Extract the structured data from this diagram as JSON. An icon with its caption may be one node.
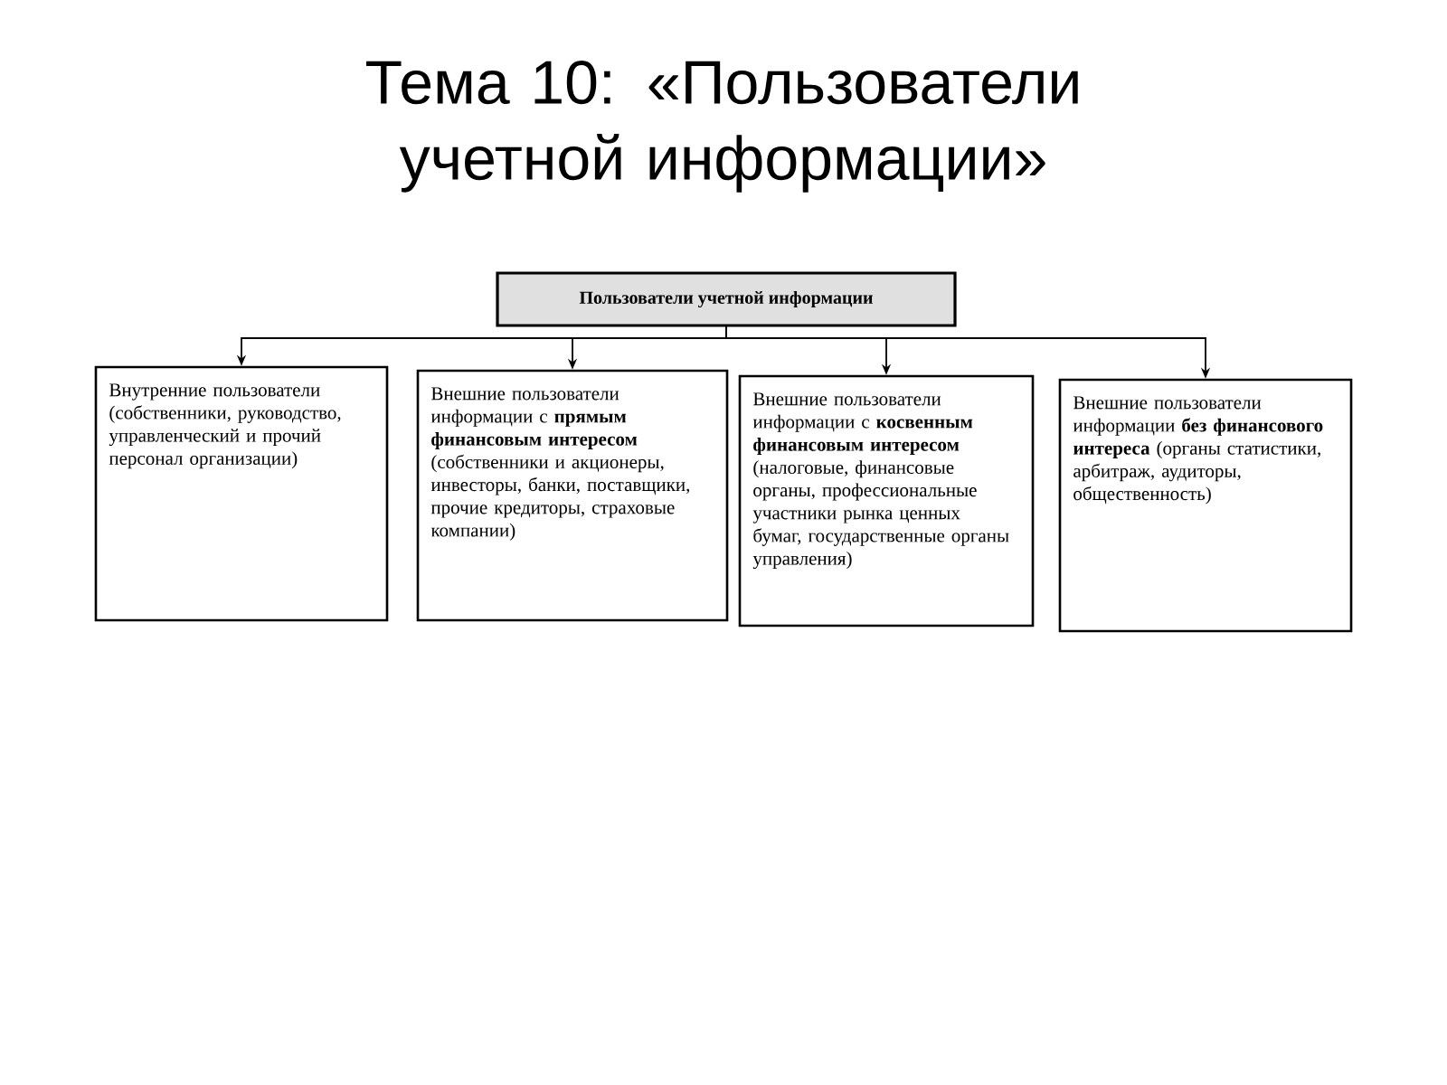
{
  "diagram": {
    "title": "Тема 10: «Пользователи учетной информации»",
    "nodes": [
      {
        "text": [
          "Пользователи учетной информации"
        ]
      },
      {
        "text": [
          "Внутренние пользователи (собственники, руководство, управленческий и прочий персонал организации)"
        ]
      },
      {
        "text": [
          "Внешние пользователи информации с **прямым финансовым интересом** (собственники и акционеры, инвесторы, банки, поставщики, прочие кредиторы, страховые компании)"
        ]
      },
      {
        "text": [
          "Внешние пользователи информации с **косвенным финансовым интересом** (налоговые, финансовые органы, профессиональные участники рынка ценных бумаг, государственные органы управления)"
        ]
      },
      {
        "text": [
          "Внешние пользователи информации **без финансового интереса** (органы статистики, арбитраж, аудиторы, общественность)"
        ]
      }
    ],
    "edges": [
      {
        "from": 0,
        "to": 1,
        "arrow": "to"
      },
      {
        "from": 0,
        "to": 2,
        "arrow": "to"
      },
      {
        "from": 0,
        "to": 3,
        "arrow": "to"
      },
      {
        "from": 0,
        "to": 4,
        "arrow": "to"
      }
    ]
  }
}
